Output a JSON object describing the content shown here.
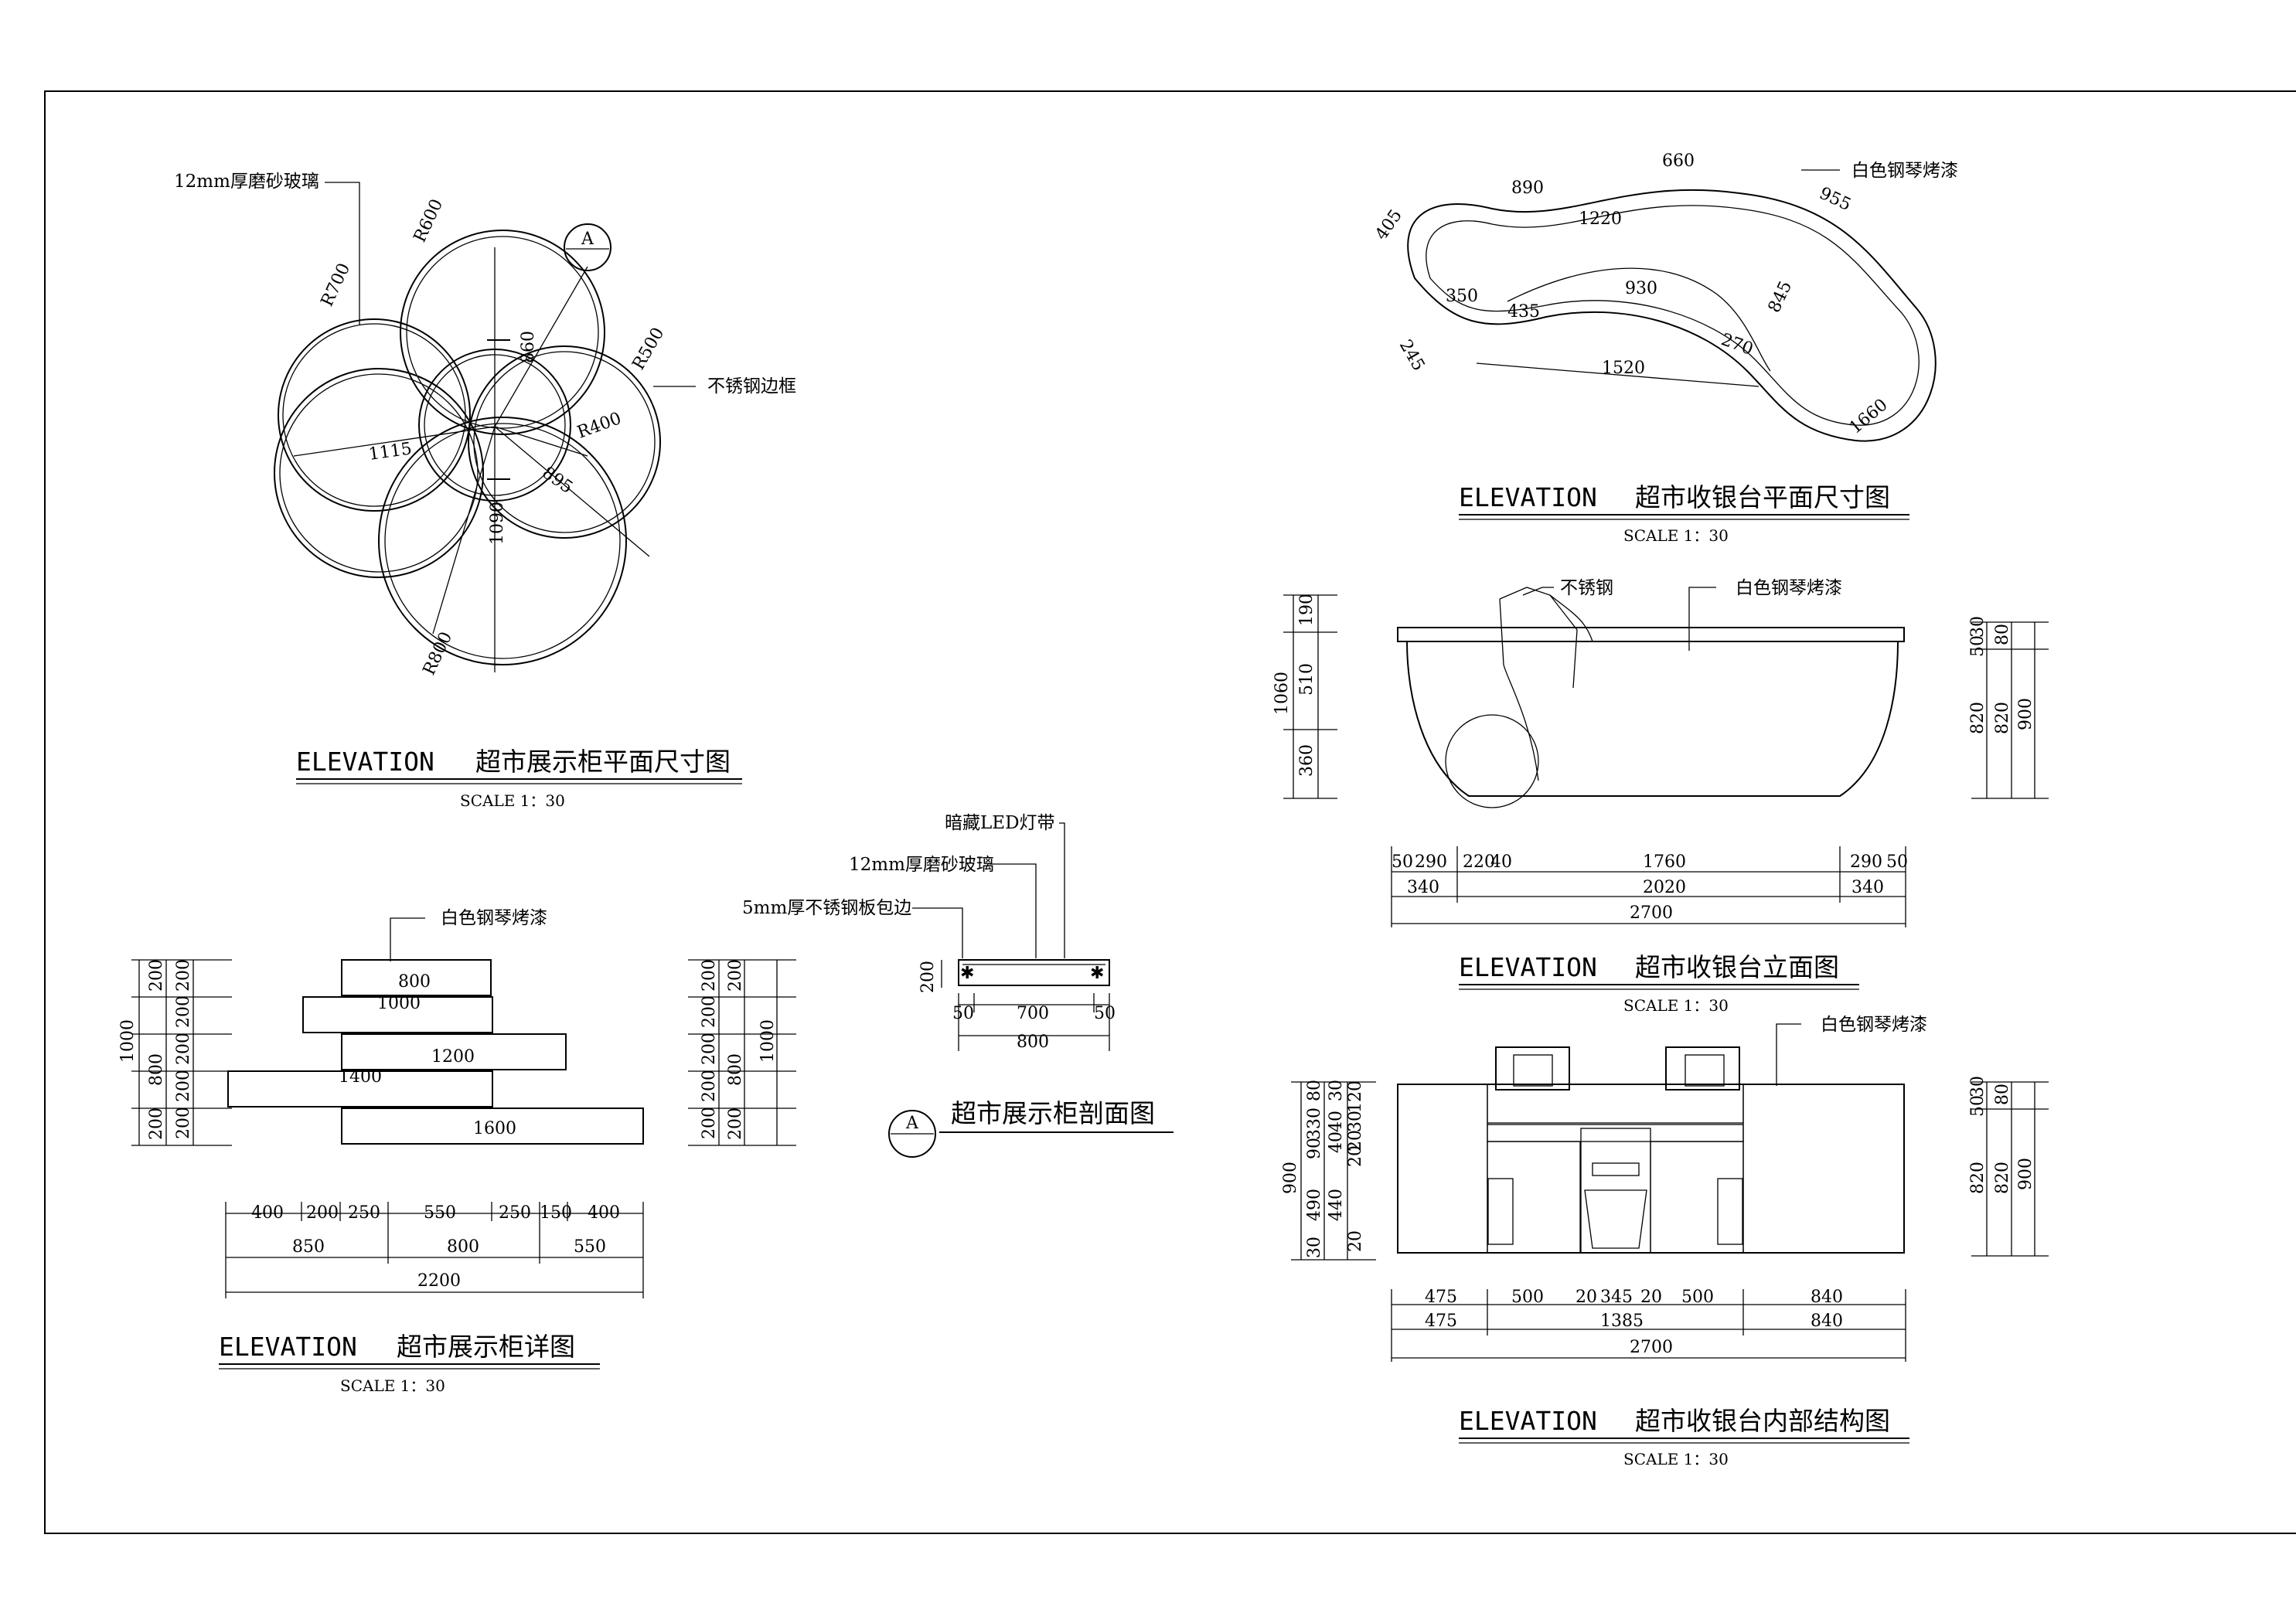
{
  "titles": {
    "plan1_prefix": "ELEVATION",
    "plan1": "超市展示柜平面尺寸图",
    "plan1_scale": "SCALE 1：30",
    "detail_prefix": "ELEVATION",
    "detail": "超市展示柜详图",
    "detail_scale": "SCALE 1：30",
    "section": "超市展示柜剖面图",
    "cashier_plan_prefix": "ELEVATION",
    "cashier_plan": "超市收银台平面尺寸图",
    "cashier_plan_scale": "SCALE 1：30",
    "cashier_elev_prefix": "ELEVATION",
    "cashier_elev": "超市收银台立面图",
    "cashier_elev_scale": "SCALE 1：30",
    "cashier_inner_prefix": "ELEVATION",
    "cashier_inner": "超市收银台内部结构图",
    "cashier_inner_scale": "SCALE 1：30"
  },
  "section_marker": "A",
  "plan1": {
    "glass_label": "12mm厚磨砂玻璃",
    "frame_label": "不锈钢边框",
    "radii": [
      "R600",
      "R700",
      "R500",
      "R400",
      "R800"
    ],
    "dims": [
      "860",
      "1115",
      "895",
      "1090"
    ]
  },
  "detail": {
    "paint_label": "白色钢琴烤漆",
    "layers": [
      "800",
      "1000",
      "1200",
      "1400",
      "1600"
    ],
    "left_dims": [
      "200",
      "200",
      "200",
      "200",
      "200"
    ],
    "left_mid": [
      "200",
      "800",
      "200"
    ],
    "left_total": "1000",
    "right_dims": [
      "200",
      "200",
      "200",
      "200",
      "200"
    ],
    "right_mid": [
      "200",
      "800",
      "200"
    ],
    "right_total": "1000",
    "bottom_row1": [
      "400",
      "200",
      "250",
      "550",
      "250",
      "150",
      "400"
    ],
    "bottom_row2": [
      "850",
      "800",
      "550"
    ],
    "bottom_total": "2200"
  },
  "section": {
    "led_label": "暗藏LED灯带",
    "glass_label": "12mm厚磨砂玻璃",
    "steel_label": "5mm厚不锈钢板包边",
    "height": "200",
    "widths": [
      "50",
      "700",
      "50"
    ],
    "total": "800"
  },
  "cashier_plan": {
    "paint_label": "白色钢琴烤漆",
    "dims": [
      "660",
      "890",
      "955",
      "405",
      "1220",
      "350",
      "930",
      "845",
      "245",
      "435",
      "270",
      "1520",
      "1660"
    ]
  },
  "cashier_elev": {
    "steel_label": "不锈钢",
    "paint_label": "白色钢琴烤漆",
    "left_dims": [
      "190",
      "510",
      "360"
    ],
    "left_total": "1060",
    "right_dims": [
      "50",
      "30",
      "80",
      "820",
      "820"
    ],
    "right_total": "900",
    "row1": [
      "50",
      "290",
      "220",
      "40",
      "1760",
      "290",
      "50"
    ],
    "row2": [
      "340",
      "2020",
      "340"
    ],
    "total": "2700"
  },
  "cashier_inner": {
    "paint_label": "白色钢琴烤漆",
    "left_dims": [
      "80",
      "30",
      "120",
      "330",
      "40",
      "90",
      "30",
      "40",
      "20",
      "20",
      "440",
      "490",
      "20",
      "30"
    ],
    "left_total": "900",
    "right_dims": [
      "50",
      "30",
      "80",
      "820",
      "820"
    ],
    "right_total": "900",
    "row1": [
      "475",
      "500",
      "20",
      "345",
      "20",
      "500",
      "840"
    ],
    "row2": [
      "475",
      "1385",
      "840"
    ],
    "total": "2700"
  }
}
